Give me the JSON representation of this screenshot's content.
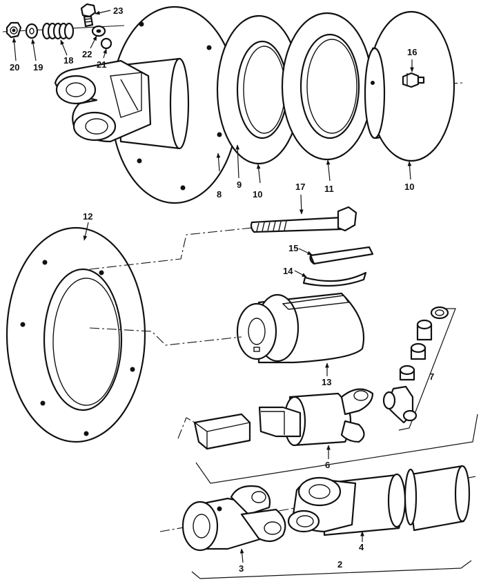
{
  "diagram": {
    "callouts": {
      "c2": "2",
      "c3": "3",
      "c4": "4",
      "c6": "6",
      "c7": "7",
      "c8": "8",
      "c9": "9",
      "c10a": "10",
      "c10b": "10",
      "c11": "11",
      "c12": "12",
      "c13": "13",
      "c14": "14",
      "c15": "15",
      "c16": "16",
      "c17": "17",
      "c18": "18",
      "c19": "19",
      "c20": "20",
      "c21": "21",
      "c22": "22",
      "c23": "23"
    }
  }
}
